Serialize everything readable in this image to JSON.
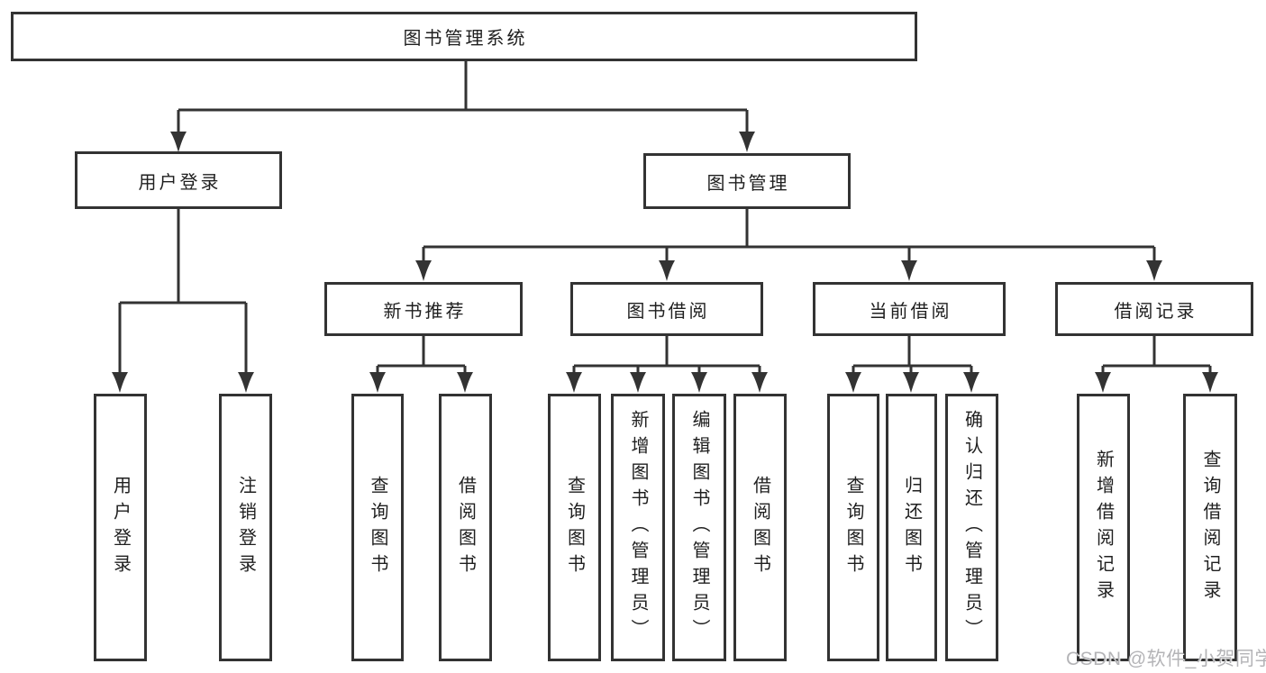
{
  "diagram_title": "图书管理系统",
  "tree": {
    "label": "图书管理系统",
    "children": [
      {
        "label": "用户登录",
        "children": [
          {
            "label": "用户登录"
          },
          {
            "label": "注销登录"
          }
        ]
      },
      {
        "label": "图书管理",
        "children": [
          {
            "label": "新书推荐",
            "children": [
              {
                "label": "查询图书"
              },
              {
                "label": "借阅图书"
              }
            ]
          },
          {
            "label": "图书借阅",
            "children": [
              {
                "label": "查询图书"
              },
              {
                "label": "新增图书（管理员）"
              },
              {
                "label": "编辑图书（管理员）"
              },
              {
                "label": "借阅图书"
              }
            ]
          },
          {
            "label": "当前借阅",
            "children": [
              {
                "label": "查询图书"
              },
              {
                "label": "归还图书"
              },
              {
                "label": "确认归还（管理员）"
              }
            ]
          },
          {
            "label": "借阅记录",
            "children": [
              {
                "label": "新增借阅记录"
              },
              {
                "label": "查询借阅记录"
              }
            ]
          }
        ]
      }
    ]
  },
  "watermark": "CSDN @软件_小贺同学",
  "colors": {
    "line": "#333333",
    "text": "#1f1f1f",
    "background": "#ffffff",
    "watermark": "#b4b4b7"
  }
}
